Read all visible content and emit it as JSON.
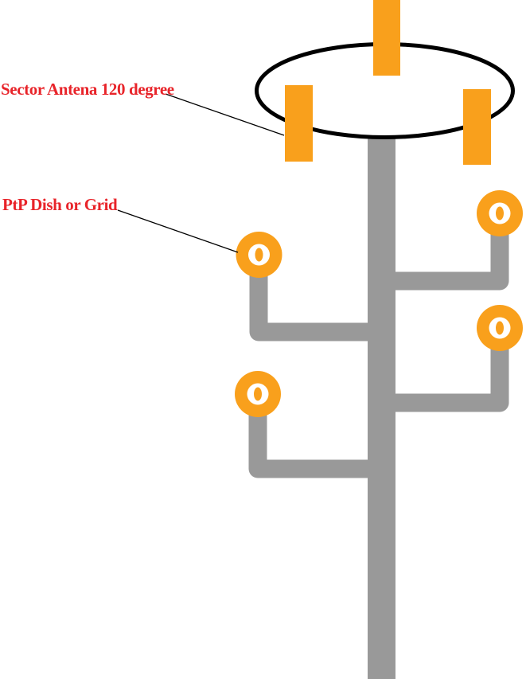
{
  "annotations": {
    "sector_label": "Sector Antena 120 degree",
    "ptp_label": "PtP Dish or Grid"
  },
  "diagram": {
    "sector_antenna_count": 3,
    "ptp_dish_count": 4
  },
  "colors": {
    "antenna_orange": "#F9A01C",
    "mast_gray": "#999999",
    "label_red": "#E8242A",
    "line_black": "#000000",
    "background": "#FFFFFF"
  }
}
